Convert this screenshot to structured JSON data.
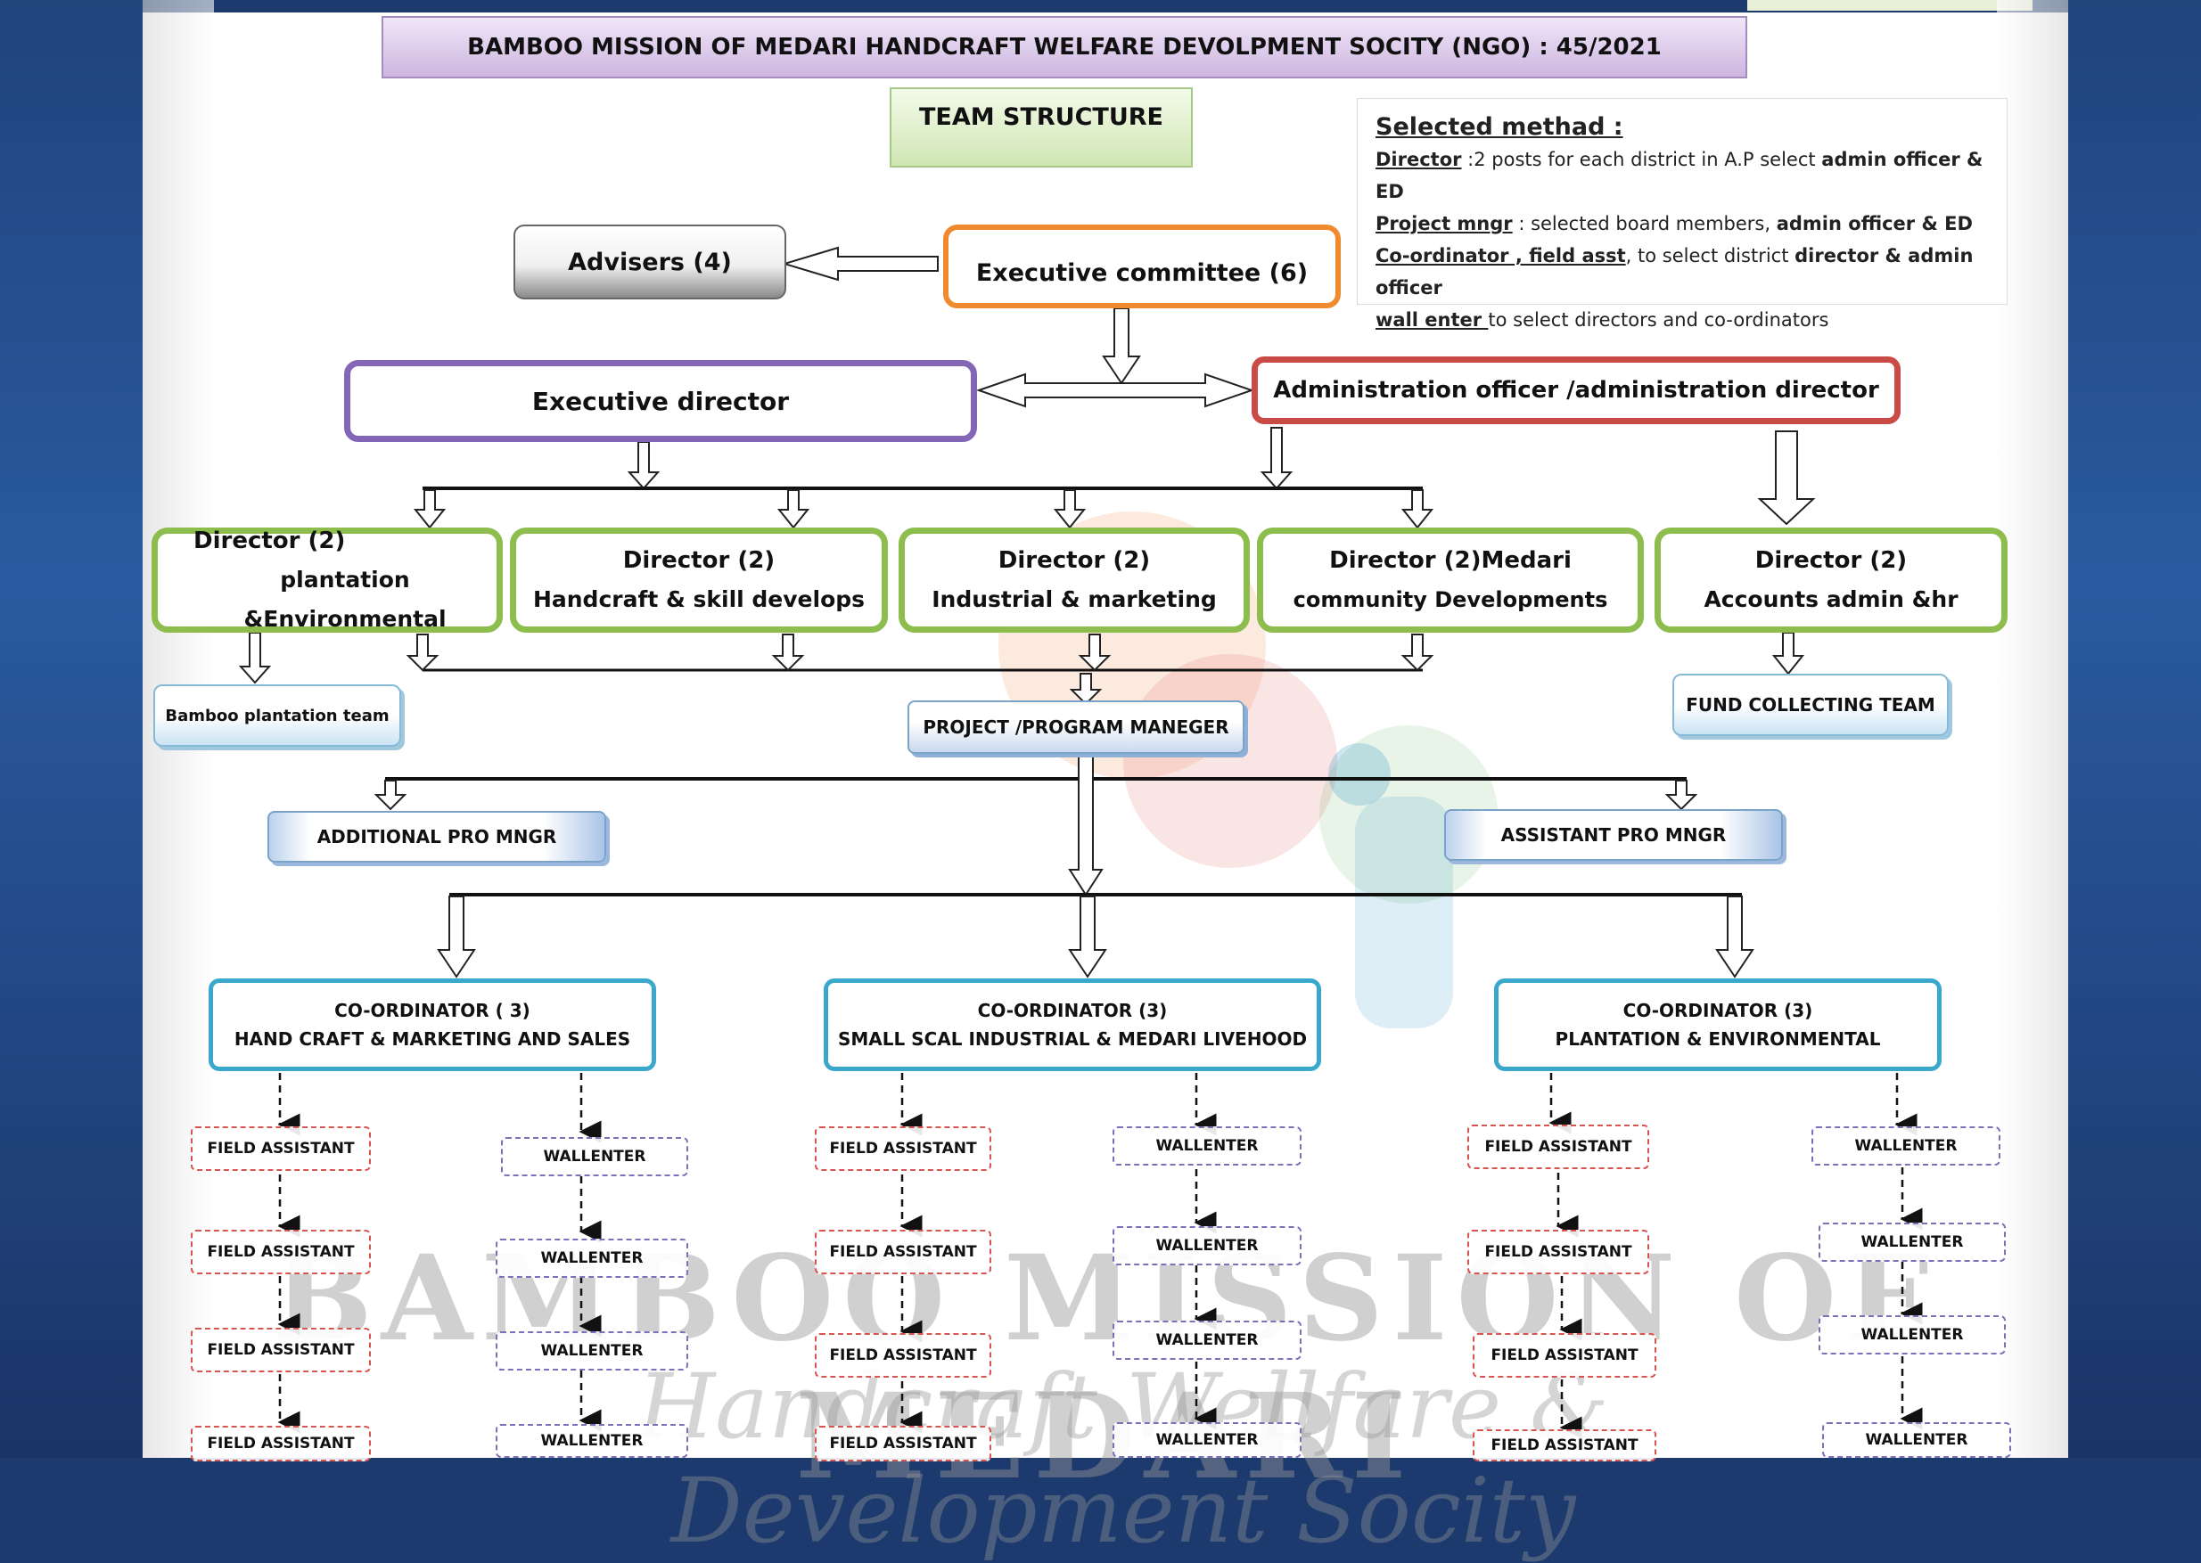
{
  "header": {
    "title": "BAMBOO MISSION OF MEDARI HANDCRAFT WELFARE DEVOLPMENT SOCITY (NGO) : 45/2021"
  },
  "team_structure": "TEAM STRUCTURE",
  "selected_method": {
    "heading": "Selected methad  :",
    "rows": [
      {
        "key": "Director",
        "text": " :2 posts for each district in A.P select ",
        "bold": "admin officer & ED"
      },
      {
        "key": "Project mngr",
        "text": " : selected   board members, ",
        "bold": "admin officer & ED"
      },
      {
        "key": "Co-ordinator , field asst",
        "text": ", to select district ",
        "bold": "director & admin officer"
      },
      {
        "key": "wall enter ",
        "text": " to select  directors and co-ordinators",
        "bold": ""
      }
    ]
  },
  "nodes": {
    "advisers": "Advisers (4)",
    "executive_committee": "Executive   committee (6)",
    "executive_director": "Executive  director",
    "admin_officer": "Administration officer /administration director",
    "directors": [
      {
        "title": "Director    (2)",
        "sub": "plantation &Environmental"
      },
      {
        "title": "Director  (2)",
        "sub": "Handcraft & skill develops"
      },
      {
        "title": "Director   (2)",
        "sub": "Industrial & marketing"
      },
      {
        "title": "Director  (2)Medari",
        "sub": "community Developments"
      },
      {
        "title": "Director  (2)",
        "sub": "Accounts admin &hr"
      }
    ],
    "bamboo_team": "Bamboo plantation team",
    "fund_team": "FUND COLLECTING TEAM",
    "project_manager": "PROJECT /PROGRAM MANEGER",
    "additional_pm": "ADDITIONAL PRO MNGR",
    "assistant_pm": "ASSISTANT  PRO MNGR",
    "coordinators": [
      {
        "title": "CO-ORDINATOR   ( 3)",
        "sub": "HAND CRAFT & MARKETING AND SALES"
      },
      {
        "title": "CO-ORDINATOR    (3)",
        "sub": "SMALL SCAL INDUSTRIAL & MEDARI LIVEHOOD"
      },
      {
        "title": "CO-ORDINATOR (3)",
        "sub": "PLANTATION & ENVIRONMENTAL"
      }
    ],
    "field_label": "FIELD ASSISTANT",
    "wall_label": "WALLENTER"
  },
  "watermark": {
    "line1": "BAMBOO MISSION OF MEDARI",
    "line2": "Handcraft Wellfare & Development Socity"
  },
  "colors": {
    "executive_committee": "#f08a2e",
    "executive_director": "#8466b7",
    "admin_officer": "#c94a47",
    "director": "#8cbd4d",
    "coordinator": "#3aa7cc",
    "field": "#d9534f",
    "wall": "#7a72b8"
  }
}
